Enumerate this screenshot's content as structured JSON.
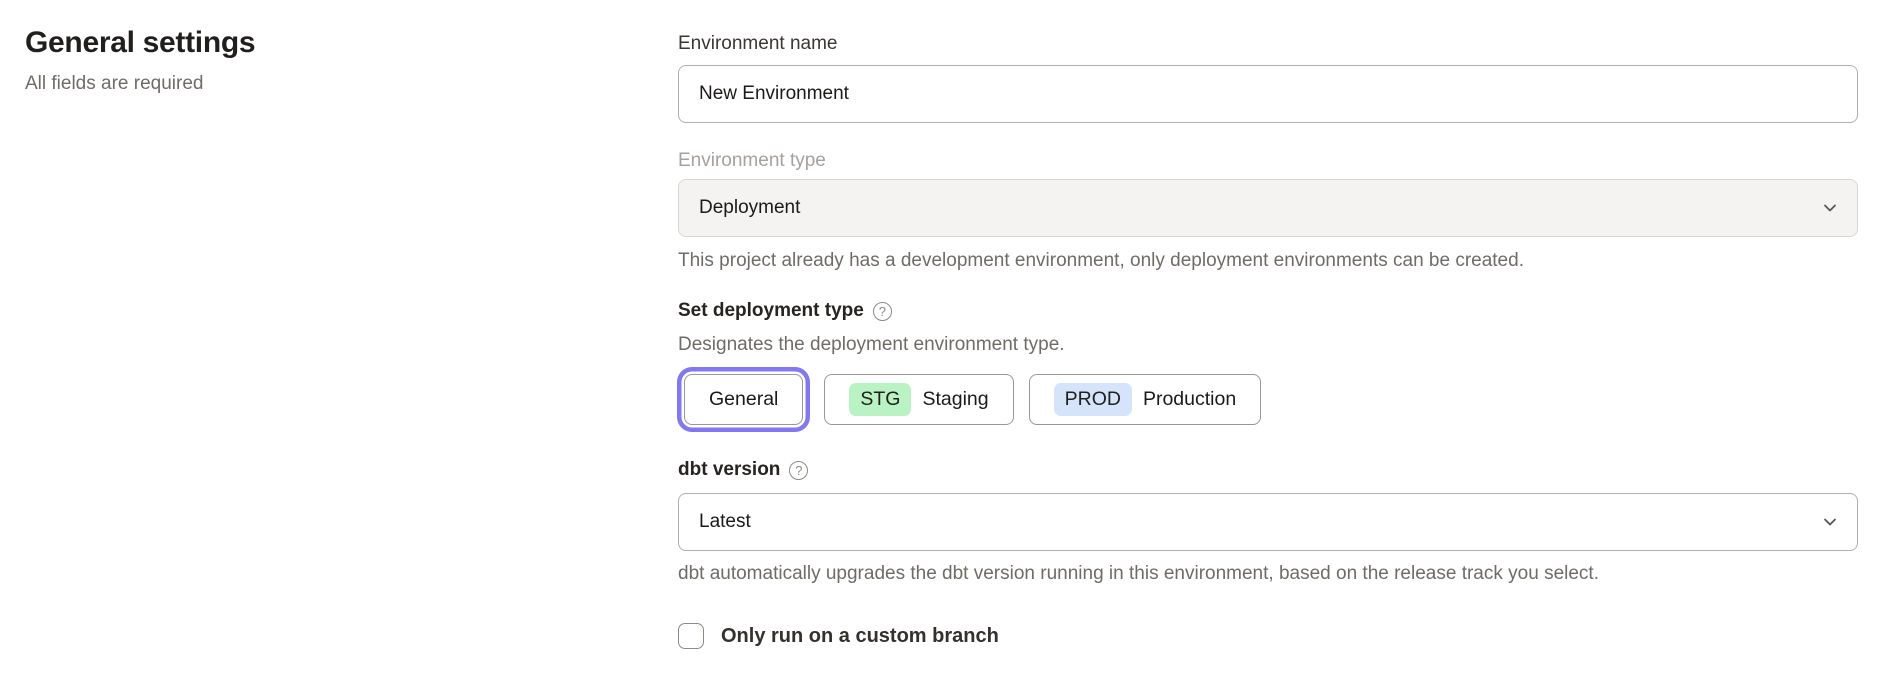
{
  "page": {
    "title": "General settings",
    "subtitle": "All fields are required"
  },
  "form": {
    "environment_name": {
      "label": "Environment name",
      "value": "New Environment"
    },
    "environment_type": {
      "label": "Environment type",
      "value": "Deployment",
      "disabled": true,
      "helper": "This project already has a development environment, only deployment environments can be created."
    },
    "deployment_type": {
      "label": "Set deployment type",
      "description": "Designates the deployment environment type.",
      "options": [
        {
          "label": "General",
          "selected": true
        },
        {
          "badge": "STG",
          "label": "Staging",
          "badge_color": "#b9f3c3"
        },
        {
          "badge": "PROD",
          "label": "Production",
          "badge_color": "#d5e4fb"
        }
      ]
    },
    "dbt_version": {
      "label": "dbt version",
      "value": "Latest",
      "helper": "dbt automatically upgrades the dbt version running in this environment, based on the release track you select."
    },
    "custom_branch": {
      "label": "Only run on a custom branch",
      "checked": false
    }
  },
  "icons": {
    "help": "?"
  },
  "colors": {
    "accent_ring": "#8478f0",
    "staging_badge": "#b9f3c3",
    "production_badge": "#d5e4fb",
    "disabled_field_bg": "#f4f3f2"
  }
}
